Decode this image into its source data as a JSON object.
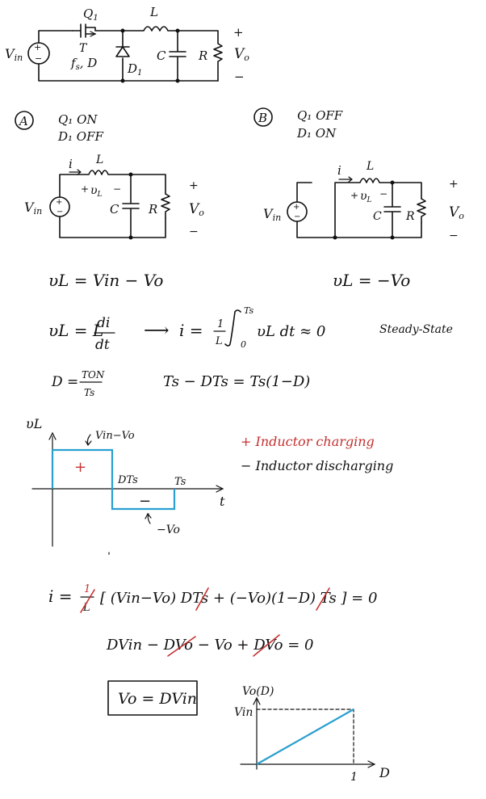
{
  "top_circuit": {
    "vin": "V",
    "vin_sub": "in",
    "switch": "Q",
    "switch_sub": "1",
    "switch_label": "T",
    "switch_params": "f",
    "switch_params_sub": "s",
    "switch_params_rest": ", D",
    "diode": "D",
    "diode_sub": "1",
    "inductor": "L",
    "capacitor": "C",
    "resistor": "R",
    "plus": "+",
    "minus": "−",
    "vout": "V",
    "vout_sub": "o"
  },
  "state_a": {
    "marker": "A",
    "line1": "Q₁ ON",
    "line2": "D₁ OFF",
    "current": "i",
    "inductor": "L",
    "vl_plus": "+",
    "vl": "υ",
    "vl_sub": "L",
    "vl_minus": "−",
    "vin": "V",
    "vin_sub": "in",
    "capacitor": "C",
    "resistor": "R",
    "plus": "+",
    "minus": "−",
    "vout": "V",
    "vout_sub": "o",
    "equation": "υL = Vin − Vo"
  },
  "state_b": {
    "marker": "B",
    "line1": "Q₁ OFF",
    "line2": "D₁ ON",
    "current": "i",
    "inductor": "L",
    "vl_plus": "+",
    "vl": "υ",
    "vl_sub": "L",
    "vl_minus": "−",
    "vin": "V",
    "vin_sub": "in",
    "capacitor": "C",
    "resistor": "R",
    "plus": "+",
    "minus": "−",
    "vout": "V",
    "vout_sub": "o",
    "equation": "υL = −Vo"
  },
  "equations": {
    "vl_def_lhs": "υL = L",
    "di": "di",
    "dt": "dt",
    "arrow": "⟶",
    "integral_lhs": "i = ",
    "one": "1",
    "L": "L",
    "int_upper": "Ts",
    "int_lower": "0",
    "integrand": "υL dt ≈ 0",
    "steady_state": "Steady-State",
    "duty_lhs": "D =",
    "ton": "TON",
    "ts": "Ts",
    "off_time": "Ts − DTs = Ts(1−D)"
  },
  "waveform": {
    "y_label": "υL",
    "top_label": "Vin−Vo",
    "plus": "+",
    "minus": "−",
    "dts_label": "DTs",
    "ts_label": "Ts",
    "t_label": "t",
    "bottom_label": "−Vo",
    "legend_charging": "+ Inductor charging",
    "legend_discharging": "− Inductor discharging",
    "charging_color": "#c53030",
    "trace_color": "#2a9fd0"
  },
  "derivation": {
    "line1_lhs": "i =",
    "line1_body": "[ (Vin−Vo) DTs + (−Vo)(1−D) Ts ] = 0",
    "line2": "DVin − DVo − Vo + DVo = 0",
    "result": "Vo = DVin"
  },
  "mini_plot": {
    "y_label": "Vo(D)",
    "vin_tick": "Vin",
    "x_tick": "1",
    "x_label": "D"
  }
}
